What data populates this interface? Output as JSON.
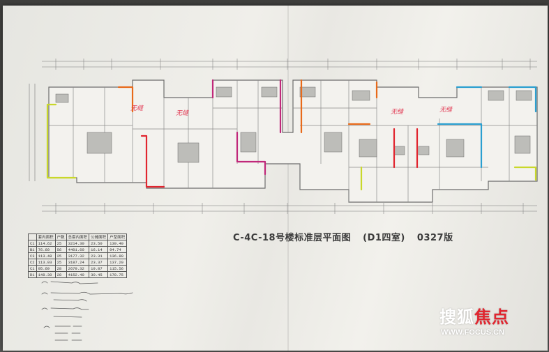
{
  "plan_title": {
    "code": "C-4C-18号楼标准层平面图",
    "room": "(D1四室)",
    "version": "0327版"
  },
  "red_tags": [
    "无缝",
    "无缝",
    "无缝",
    "无缝"
  ],
  "area_table": {
    "headers": [
      "",
      "套内面积",
      "户数",
      "总套内面积",
      "公摊面积",
      "户型面积"
    ],
    "rows": [
      [
        "C1",
        "114.62",
        "25",
        "3214.30",
        "23.50",
        "139.40"
      ],
      [
        "B1",
        "76.60",
        "56",
        "4401.60",
        "16.14",
        "94.74"
      ],
      [
        "C3",
        "113.48",
        "25",
        "3177.32",
        "23.31",
        "136.80"
      ],
      [
        "C2",
        "113.93",
        "25",
        "3187.24",
        "23.37",
        "137.20"
      ],
      [
        "C1",
        "95.69",
        "28",
        "2679.32",
        "19.87",
        "115.56"
      ],
      [
        "D1",
        "148.30",
        "28",
        "4152.40",
        "30.45",
        "178.75"
      ]
    ]
  },
  "watermark": {
    "brand": "搜狐",
    "brand_red": "焦点",
    "url": "WWW.FOCUS.CN"
  },
  "colors": {
    "paper": "#efeee9",
    "red": "#e1252f",
    "magenta": "#c0287a",
    "orange": "#e86a1a",
    "yellow_green": "#c9d82a",
    "cyan": "#2a9fd0"
  }
}
